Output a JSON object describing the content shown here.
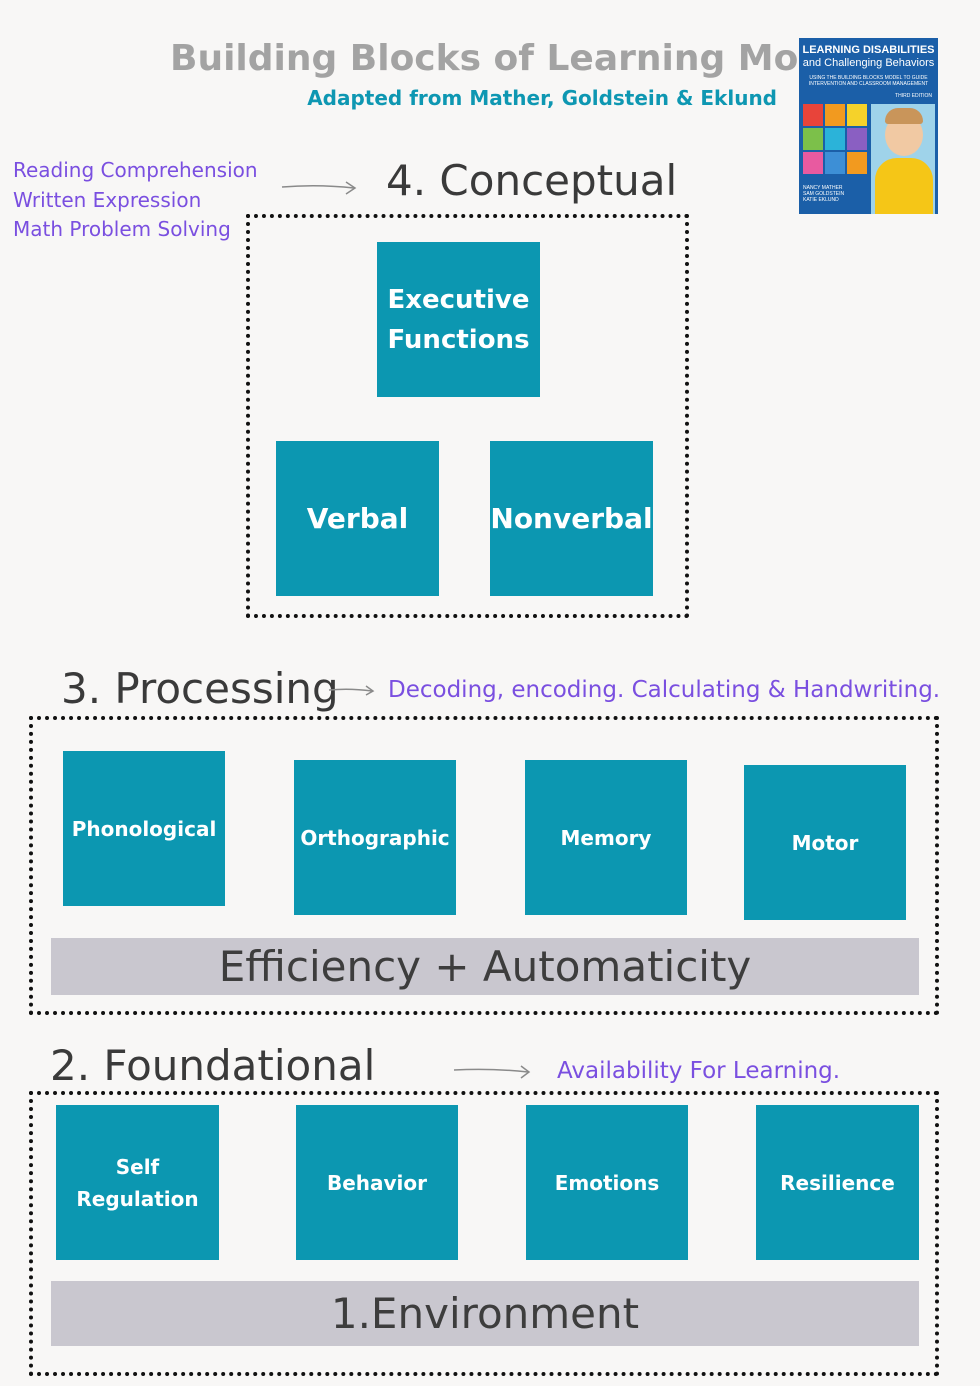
{
  "header": {
    "title": "Building Blocks of Learning Model",
    "subtitle": "Adapted from Mather, Goldstein & Eklund"
  },
  "book": {
    "title_line1": "LEARNING DISABILITIES",
    "title_line2": "and Challenging Behaviors",
    "subtitle_line1": "USING THE BUILDING BLOCKS MODEL TO GUIDE",
    "subtitle_line2": "INTERVENTION AND CLASSROOM MANAGEMENT",
    "edition": "THIRD EDITION",
    "author1": "NANCY MATHER",
    "author2": "SAM GOLDSTEIN",
    "author3": "KATIE EKLUND",
    "colors": {
      "cover": "#1b5fa8",
      "tiles": [
        "#e8443a",
        "#f29a1f",
        "#f5d22a",
        "#7cc04a",
        "#2bb3d9",
        "#8a5fc2",
        "#e85aa0",
        "#3d8fd6"
      ]
    }
  },
  "conceptual": {
    "heading": "4. Conceptual",
    "notes": [
      "Reading Comprehension",
      "Written Expression",
      "Math Problem Solving"
    ],
    "blocks": {
      "executive_line1": "Executive",
      "executive_line2": "Functions",
      "verbal": "Verbal",
      "nonverbal": "Nonverbal"
    }
  },
  "processing": {
    "heading": "3. Processing",
    "note": "Decoding, encoding. Calculating & Handwriting.",
    "blocks": [
      "Phonological",
      "Orthographic",
      "Memory",
      "Motor"
    ],
    "bar": "Efficiency + Automaticity"
  },
  "foundational": {
    "heading": "2. Foundational",
    "note": "Availability For Learning.",
    "self_line1": "Self",
    "self_line2": "Regulation",
    "blocks": [
      "Behavior",
      "Emotions",
      "Resilience"
    ],
    "bar": "1.Environment"
  },
  "colors": {
    "block": "#0c97b1",
    "accent_purple": "#7a4fe0",
    "title_grey": "#a3a3a3",
    "bar_grey": "#c9c7cf"
  }
}
